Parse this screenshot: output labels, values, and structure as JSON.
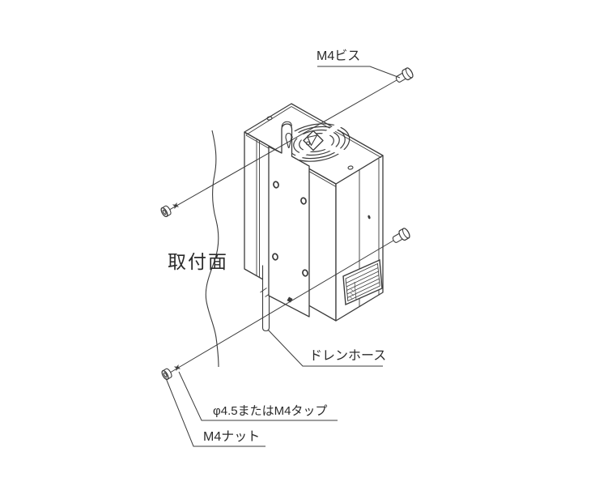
{
  "diagram": {
    "labels": {
      "screw": "M4ビス",
      "mounting_surface": "取付面",
      "drain_hose": "ドレンホース",
      "hole": "φ4.5またはM4タップ",
      "nut": "M4ナット"
    },
    "colors": {
      "line": "#3b3b3b",
      "background": "#ffffff",
      "text": "#2b2b2b"
    }
  }
}
